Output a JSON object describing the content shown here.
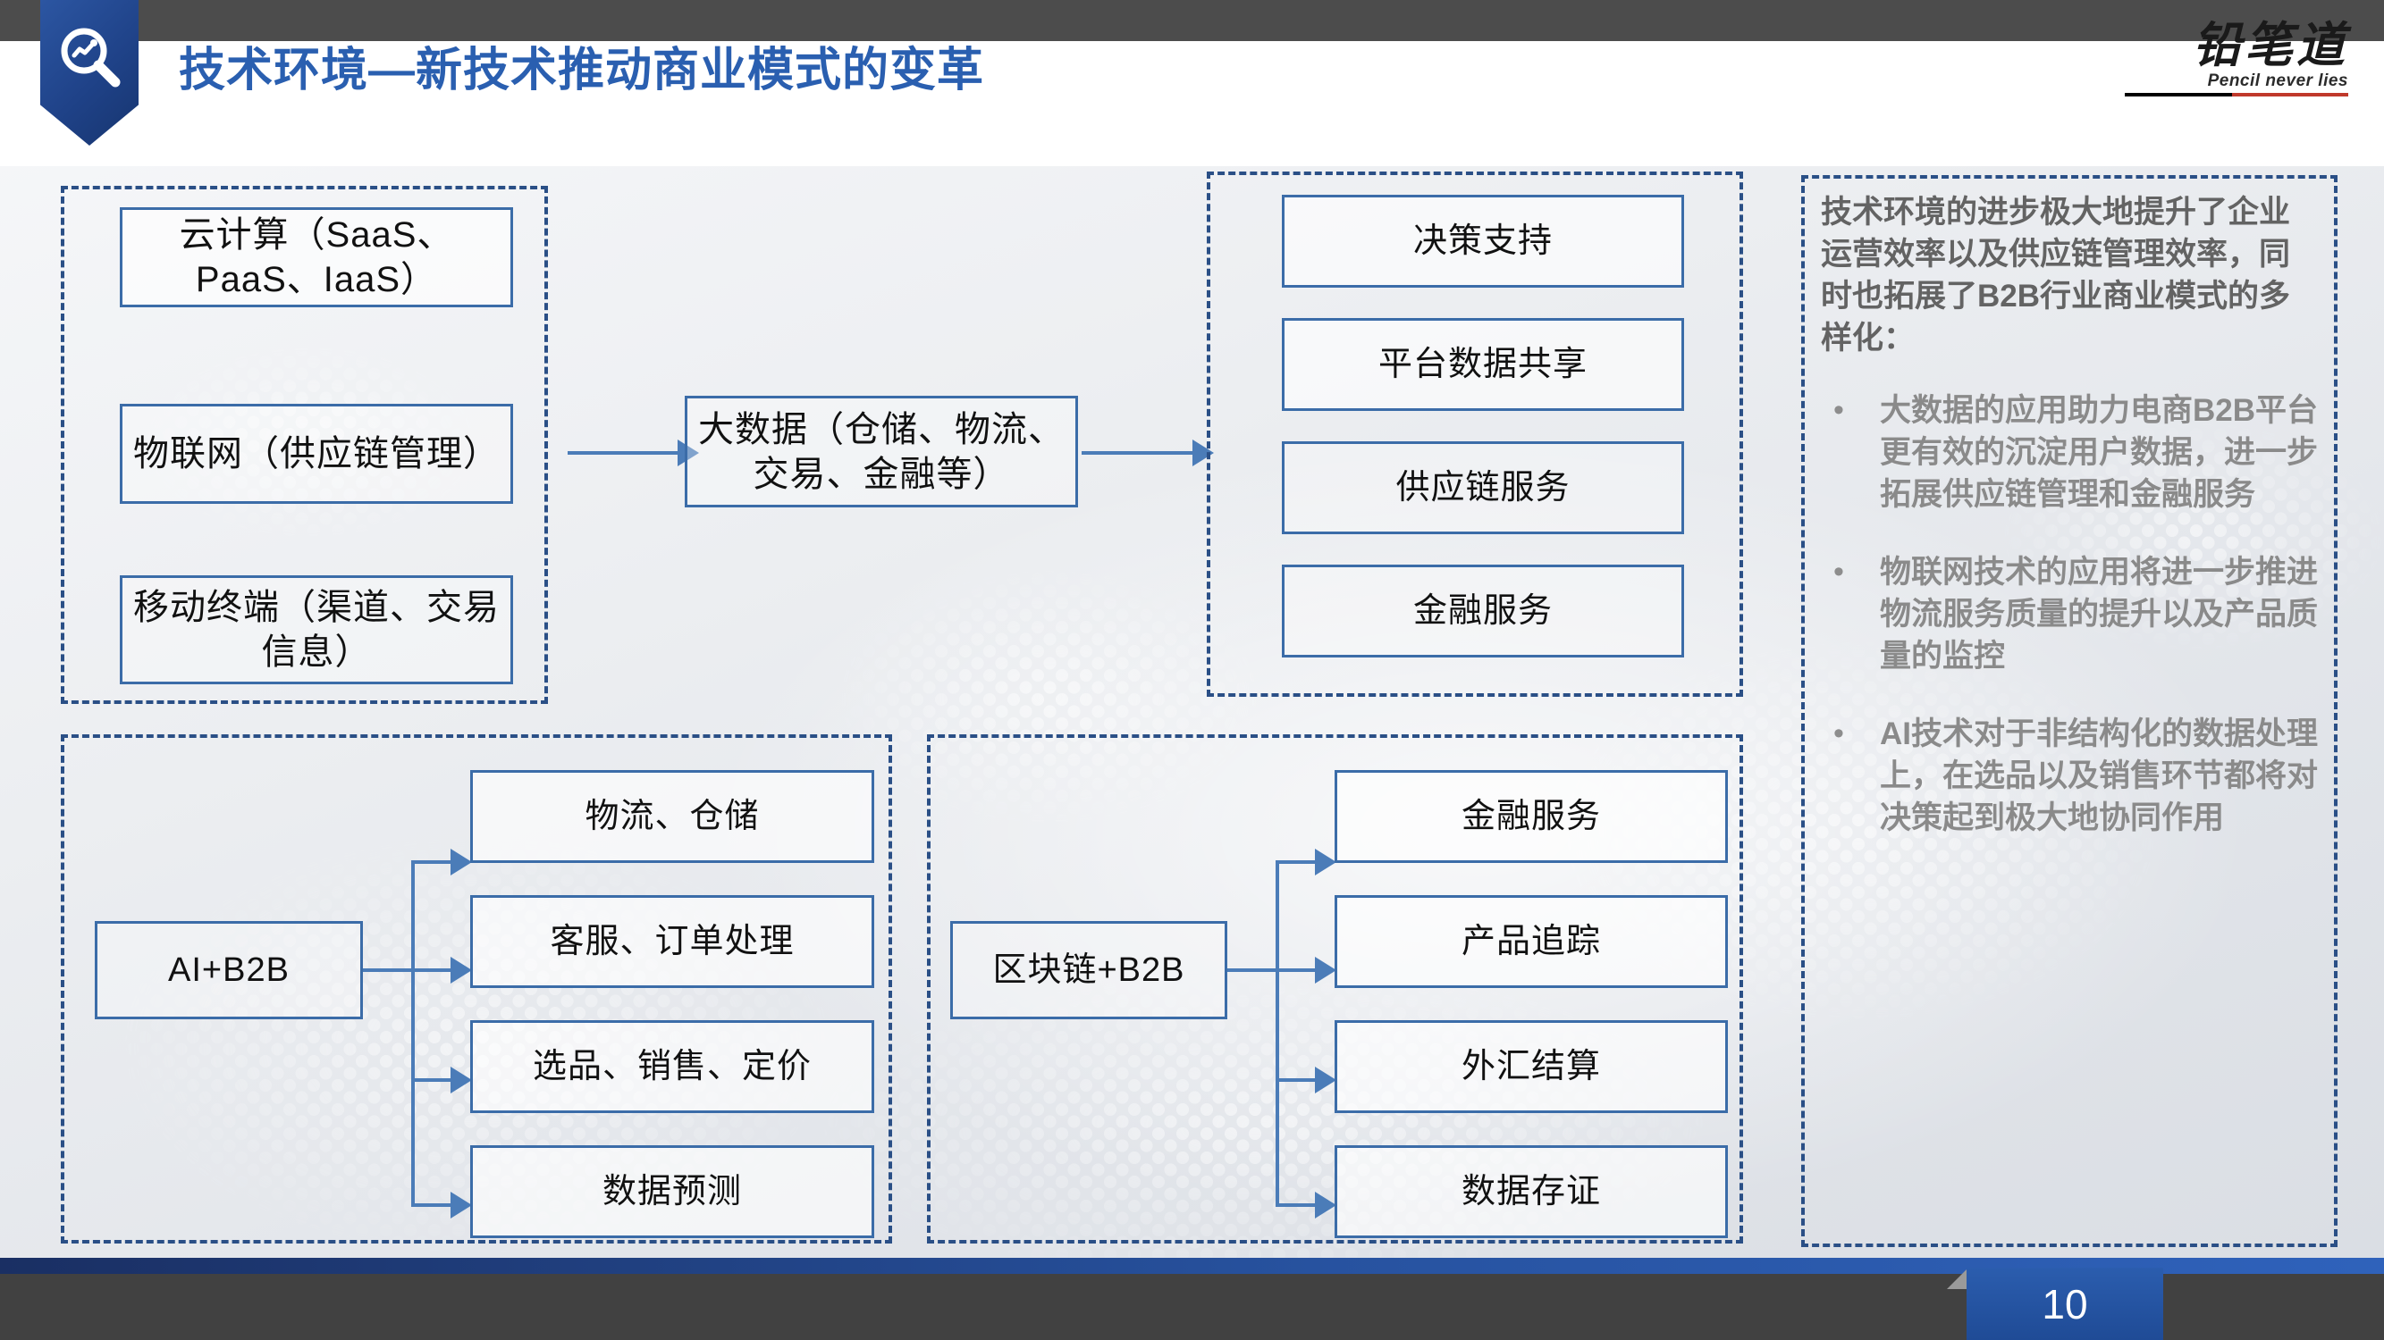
{
  "header": {
    "title": "技术环境—新技术推动商业模式的变革",
    "logo_cn": "铅笔道",
    "logo_en": "Pencil never lies",
    "badge_icon": "magnifier-chart-icon"
  },
  "flow": {
    "inputs_group": {
      "items": [
        "云计算（SaaS、PaaS、IaaS）",
        "物联网（供应链管理）",
        "移动终端（渠道、交易信息）"
      ]
    },
    "middle_node": "大数据（仓储、物流、交易、金融等）",
    "outputs_group": {
      "items": [
        "决策支持",
        "平台数据共享",
        "供应链服务",
        "金融服务"
      ]
    }
  },
  "ai_group": {
    "root": "AI+B2B",
    "items": [
      "物流、仓储",
      "客服、订单处理",
      "选品、销售、定价",
      "数据预测"
    ]
  },
  "blockchain_group": {
    "root": "区块链+B2B",
    "items": [
      "金融服务",
      "产品追踪",
      "外汇结算",
      "数据存证"
    ]
  },
  "right_panel": {
    "lead": "技术环境的进步极大地提升了企业运营效率以及供应链管理效率，同时也拓展了B2B行业商业模式的多样化：",
    "bullet_marker": "•",
    "bullets": [
      "大数据的应用助力电商B2B平台更有效的沉淀用户数据，进一步拓展供应链管理和金融服务",
      "物联网技术的应用将进一步推进物流服务质量的提升以及产品质量的监控",
      "AI技术对于非结构化的数据处理上，在选品以及销售环节都将对决策起到极大地协同作用"
    ]
  },
  "footer": {
    "page_number": "10"
  },
  "colors": {
    "title_blue": "#2a5fb0",
    "dash_border": "#2a4f86",
    "box_border": "#3b6ca8",
    "connector": "#4b7cb8",
    "panel_text": "#8a8a8a",
    "page_badge": "#1f4b96"
  }
}
